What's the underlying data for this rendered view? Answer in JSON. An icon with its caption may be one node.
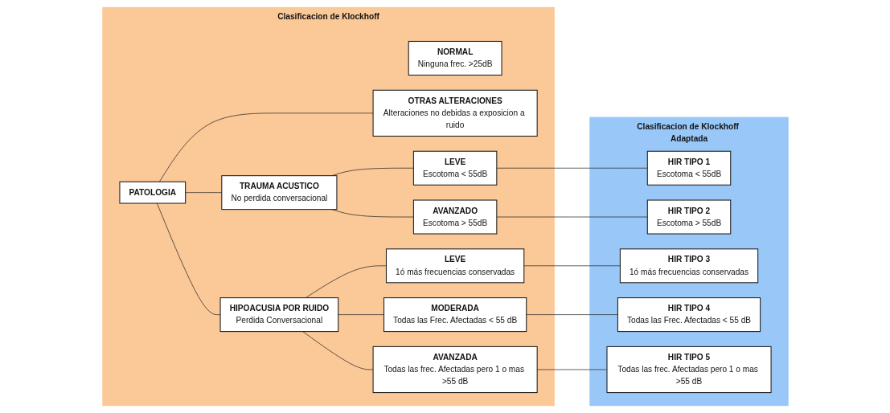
{
  "diagram": {
    "nodes": [
      {
        "text": [
          "Clasificacion de Klockhoff"
        ]
      },
      {
        "text": [
          "NORMAL",
          "Ninguna frec. >25dB"
        ],
        "in": 0
      },
      {
        "text": [
          "PATOLOGIA"
        ],
        "in": 0
      },
      {
        "text": [
          "TRAUMA ACUSTICO",
          "No perdida conversacional"
        ],
        "in": 0
      },
      {
        "text": [
          "HIPOACUSIA POR RUIDO",
          "Perdida Conversacional"
        ],
        "in": 0
      },
      {
        "text": [
          "OTRAS ALTERACIONES",
          "Alteraciones no debidas a exposicion a ruido"
        ],
        "in": 0
      },
      {
        "text": [
          "LEVE",
          "Escotoma < 55dB"
        ],
        "in": 0
      },
      {
        "text": [
          "AVANZADO",
          "Escotoma > 55dB"
        ],
        "in": 0
      },
      {
        "text": [
          "LEVE",
          "1ó más frecuencias conservadas"
        ],
        "in": 0
      },
      {
        "text": [
          "MODERADA",
          "Todas las Frec. Afectadas < 55 dB"
        ],
        "in": 0
      },
      {
        "text": [
          "AVANZADA",
          "Todas las frec. Afectadas pero 1 o mas >55 dB"
        ],
        "in": 0
      },
      {
        "text": [
          "Clasificacion de Klockhoff Adaptada"
        ]
      },
      {
        "text": [
          "HIR TIPO 1",
          "Escotoma < 55dB"
        ],
        "in": 11
      },
      {
        "text": [
          "HIR TIPO 2",
          "Escotoma > 55dB"
        ],
        "in": 11
      },
      {
        "text": [
          "HIR TIPO 3",
          "1ó más frecuencias conservadas"
        ],
        "in": 11
      },
      {
        "text": [
          "HIR TIPO 4",
          "Todas las Frec. Afectadas < 55 dB"
        ],
        "in": 11
      },
      {
        "text": [
          "HIR TIPO 5",
          "Todas las frec. Afectadas pero 1 o mas >55 dB"
        ],
        "in": 11
      }
    ],
    "edges": [
      {
        "from": 2,
        "to": 3,
        "arrow": "none"
      },
      {
        "from": 2,
        "to": 4,
        "arrow": "none"
      },
      {
        "from": 2,
        "to": 5,
        "arrow": "none"
      },
      {
        "from": 3,
        "to": 6,
        "arrow": "none"
      },
      {
        "from": 3,
        "to": 7,
        "arrow": "none"
      },
      {
        "from": 4,
        "to": 8,
        "arrow": "none"
      },
      {
        "from": 4,
        "to": 9,
        "arrow": "none"
      },
      {
        "from": 4,
        "to": 10,
        "arrow": "none"
      },
      {
        "from": 6,
        "to": 12,
        "arrow": "none"
      },
      {
        "from": 7,
        "to": 13,
        "arrow": "none"
      },
      {
        "from": 8,
        "to": 14,
        "arrow": "none"
      },
      {
        "from": 9,
        "to": 15,
        "arrow": "none"
      },
      {
        "from": 10,
        "to": 16,
        "arrow": "none"
      }
    ]
  }
}
